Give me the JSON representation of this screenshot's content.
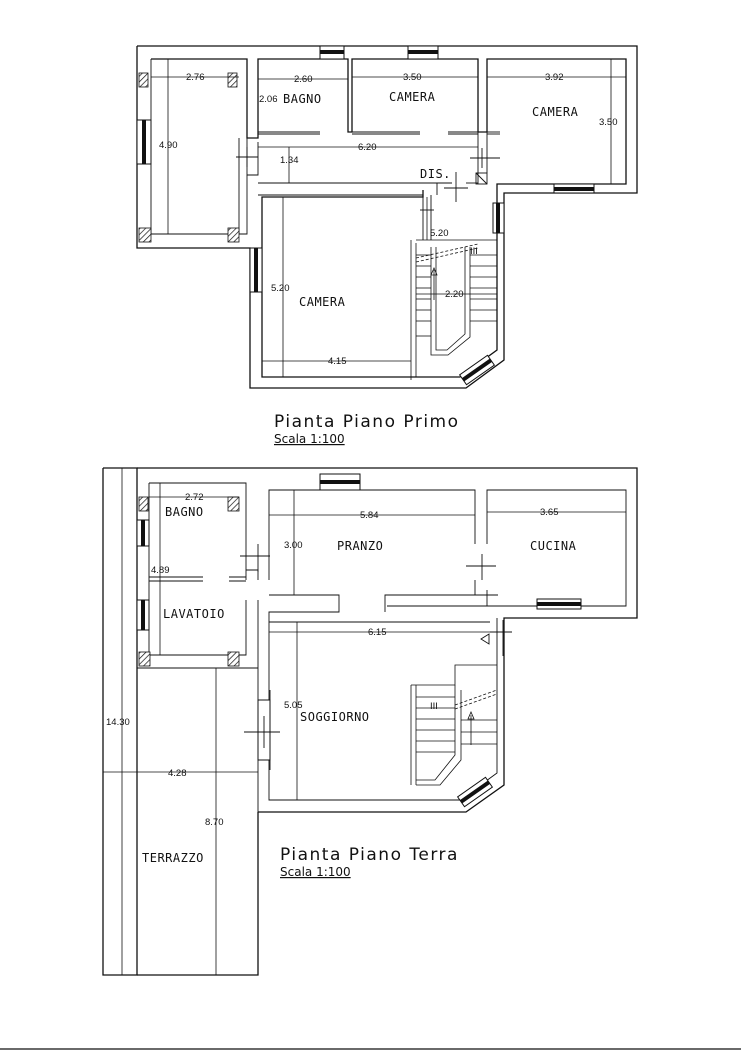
{
  "first_floor": {
    "title": "Pianta Piano Primo",
    "scale": "Scala 1:100",
    "rooms": {
      "bagno": "BAGNO",
      "camera_top": "CAMERA",
      "camera_right": "CAMERA",
      "camera_main": "CAMERA",
      "dis": "DIS."
    },
    "dims": {
      "d276": "2.76",
      "d490": "4.90",
      "d260": "2.60",
      "d206": "2.06",
      "d350a": "3.50",
      "d392": "3.92",
      "d350b": "3.50",
      "d620": "6.20",
      "d134": "1.34",
      "d520a": "5.20",
      "d520b": "5.20",
      "d220": "2.20",
      "d415": "4.15"
    },
    "stair_mark": "III"
  },
  "ground_floor": {
    "title": "Pianta Piano Terra",
    "scale": "Scala 1:100",
    "rooms": {
      "bagno": "BAGNO",
      "lavatoio": "LAVATOIO",
      "pranzo": "PRANZO",
      "cucina": "CUCINA",
      "soggiorno": "SOGGIORNO",
      "terrazzo": "TERRAZZO"
    },
    "dims": {
      "d272": "2.72",
      "d489": "4.89",
      "d584": "5.84",
      "d300": "3.00",
      "d365": "3.65",
      "d615": "6.15",
      "d505": "5.05",
      "d1430": "14.30",
      "d428": "4.28",
      "d870": "8.70"
    },
    "stair_mark": "III"
  }
}
